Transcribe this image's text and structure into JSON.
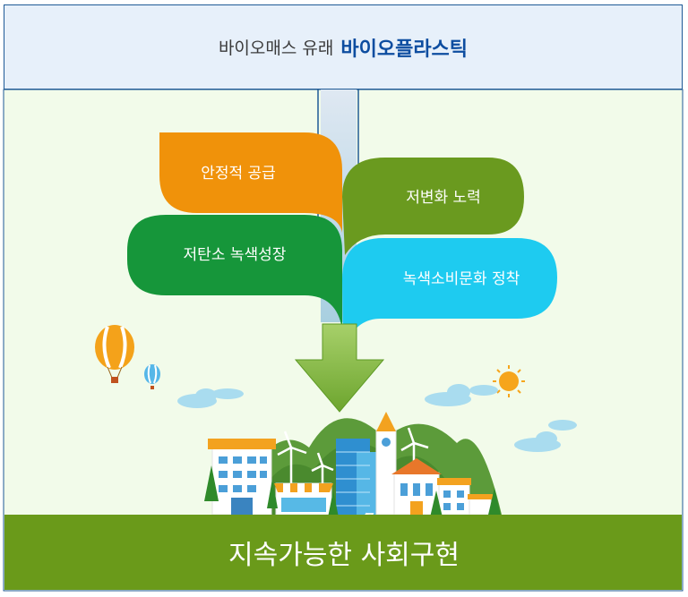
{
  "header": {
    "subtitle": "바이오매스 유래",
    "title": "바이오플라스틱"
  },
  "bubbles": [
    {
      "label": "안정적 공급",
      "color": "#f0920a"
    },
    {
      "label": "저변화 노력",
      "color": "#6a9a1f"
    },
    {
      "label": "저탄소 녹색성장",
      "color": "#16963a"
    },
    {
      "label": "녹색소비문화 정착",
      "color": "#1ecbf0"
    }
  ],
  "footer": {
    "label": "지속가능한 사회구현",
    "color": "#6a9a1a"
  },
  "icons": [
    "hot-air-balloon-icon",
    "sun-icon",
    "cloud-icon",
    "bicycle-icon",
    "wind-turbine-icon",
    "down-arrow-icon"
  ]
}
